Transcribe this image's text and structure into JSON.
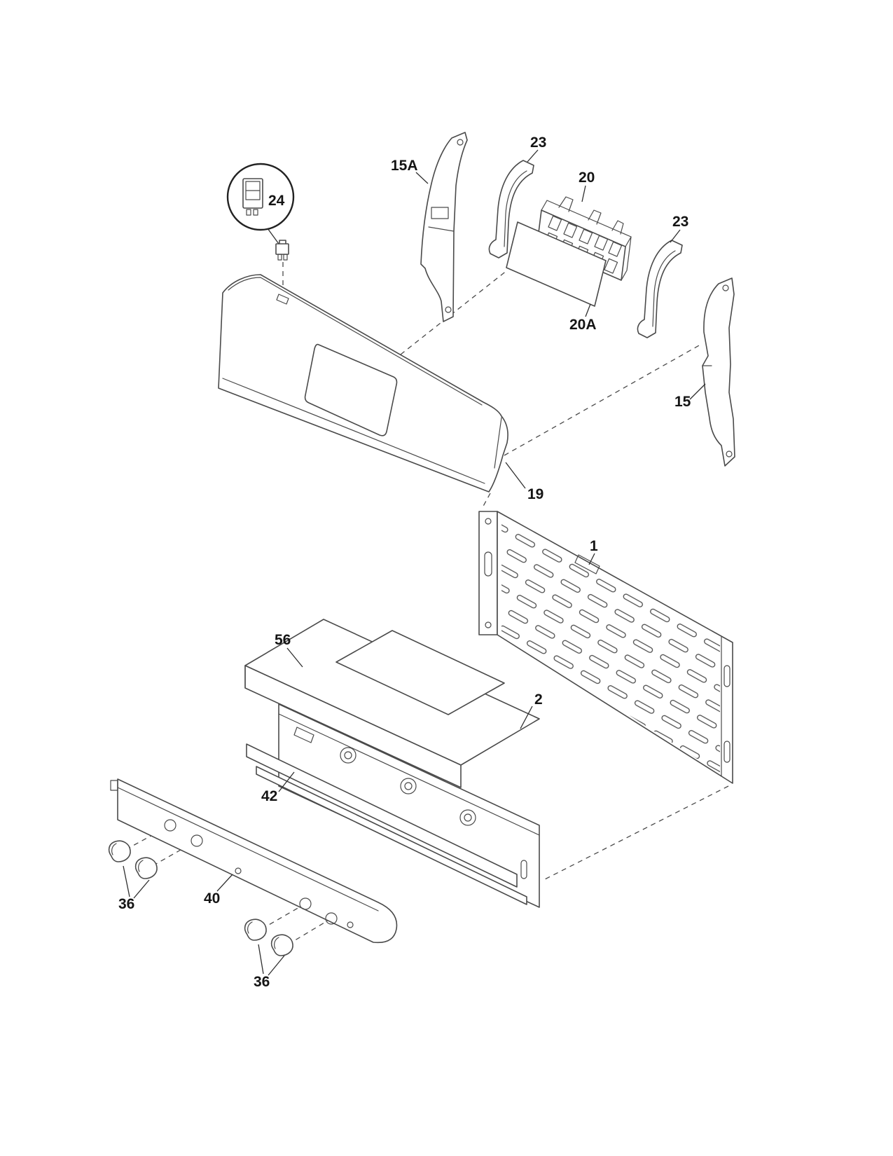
{
  "page": {
    "background": "#ffffff",
    "description_visible_text_only": true
  },
  "diagram": {
    "type": "exploded-parts-diagram",
    "line_color": "#4a4a4a",
    "labels": {
      "p24": "24",
      "p15A": "15A",
      "p23a": "23",
      "p20": "20",
      "p20A": "20A",
      "p23b": "23",
      "p15": "15",
      "p19": "19",
      "p1": "1",
      "p56": "56",
      "p2": "2",
      "p42": "42",
      "p40": "40",
      "p36a": "36",
      "p36b": "36"
    }
  }
}
